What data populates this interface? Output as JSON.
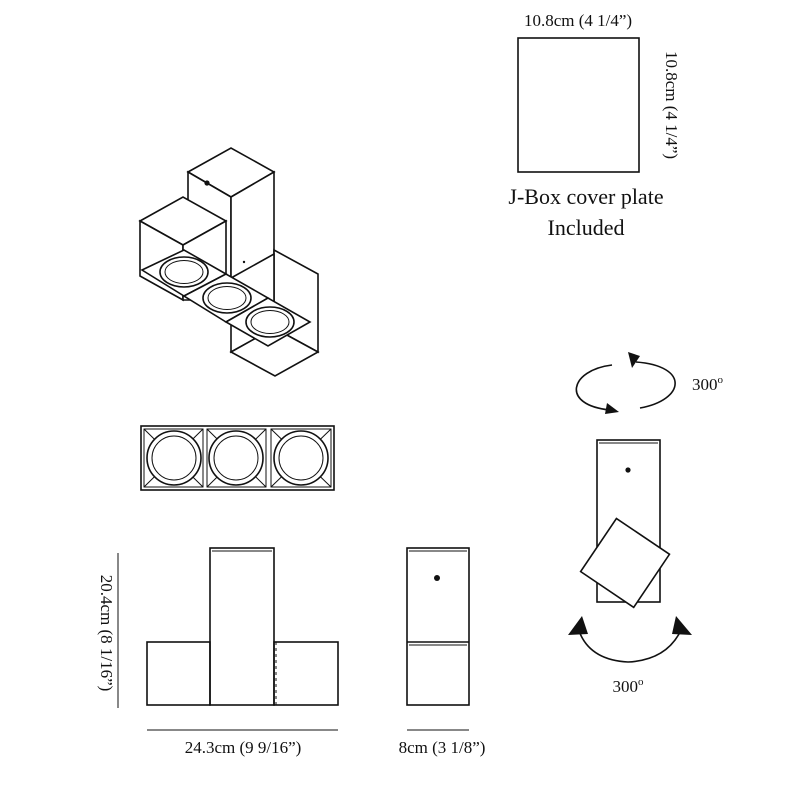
{
  "jbox": {
    "width_label": "10.8cm (4 1/4”)",
    "height_label": "10.8cm (4 1/4”)",
    "caption_line1": "J-Box cover plate",
    "caption_line2": "Included"
  },
  "rotation": {
    "top_angle_label": "300",
    "bottom_angle_label": "300",
    "degree_mark": "o"
  },
  "front_view": {
    "height_label": "20.4cm (8 1/16”)",
    "width_label": "24.3cm (9 9/16”)"
  },
  "side_view": {
    "width_label": "8cm (3 1/8”)"
  },
  "colors": {
    "line": "#111111",
    "background": "#ffffff"
  }
}
